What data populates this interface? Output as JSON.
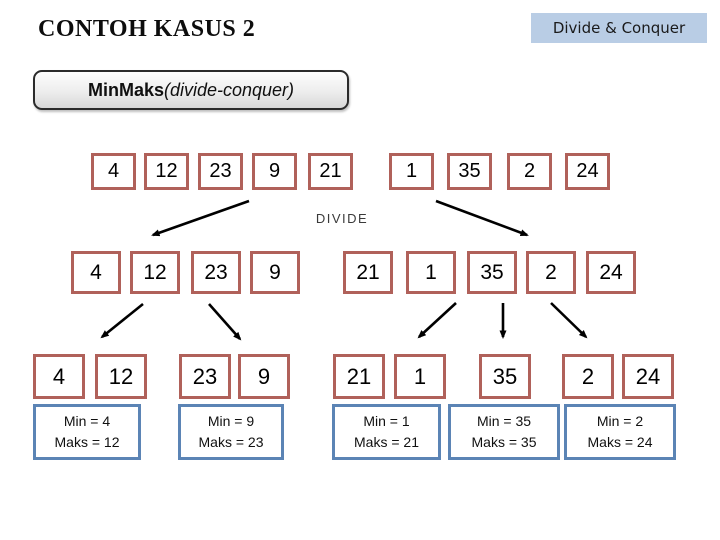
{
  "slide": {
    "title": "CONTOH KASUS 2",
    "corner_tag": "Divide & Conquer",
    "subtitle_bold": "MinMaks",
    "subtitle_italic": " (divide-conquer)",
    "divide_label": "DIVIDE"
  },
  "colors": {
    "box_border_red": "#b0615a",
    "result_border_blue": "#5b84b5",
    "tag_bg": "#b9cde5",
    "arrow": "#000000"
  },
  "rows": {
    "row1": [
      "4",
      "12",
      "23",
      "9",
      "21",
      "1",
      "35",
      "2",
      "24"
    ],
    "row2": [
      "4",
      "12",
      "23",
      "9",
      "21",
      "1",
      "35",
      "2",
      "24"
    ],
    "row3": [
      "4",
      "12",
      "23",
      "9",
      "21",
      "1",
      "35",
      "2",
      "24"
    ]
  },
  "results": [
    {
      "min": "Min = 4",
      "maks": "Maks = 12"
    },
    {
      "min": "Min = 9",
      "maks": "Maks = 23"
    },
    {
      "min": "Min = 1",
      "maks": "Maks = 21"
    },
    {
      "min": "Min = 35",
      "maks": "Maks = 35"
    },
    {
      "min": "Min = 2",
      "maks": "Maks = 24"
    }
  ]
}
